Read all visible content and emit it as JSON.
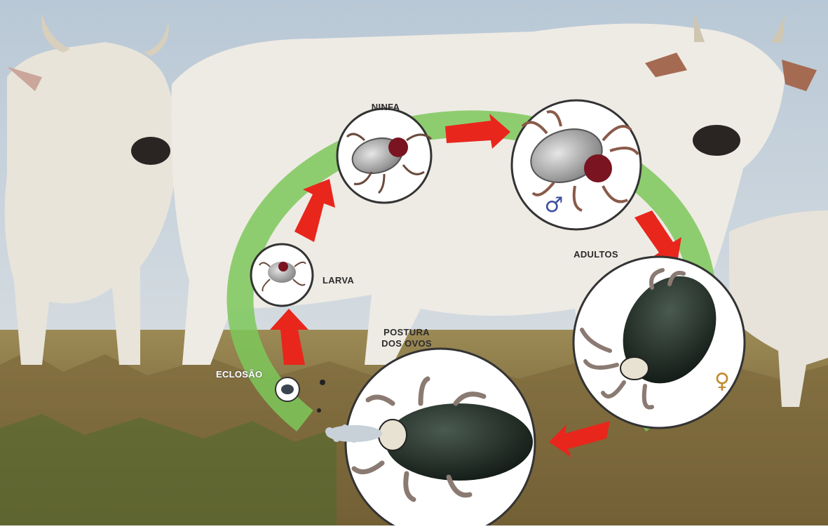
{
  "stages": {
    "ninfa": "NINFA",
    "adultos": "ADULTOS",
    "larva": "LARVA",
    "postura_line1": "POSTURA",
    "postura_line2": "DOS OVOS",
    "eclosao": "ECLOSÃO"
  },
  "sex_symbols": {
    "male": "♂",
    "female": "♀"
  },
  "colors": {
    "cycle_ring": "#7cc85a",
    "arrows": "#e8261c",
    "sky": "#c9d4de",
    "grass": "#8a7a4a",
    "cattle": "#ece9e1",
    "engorged_tick": "#1f2a24"
  }
}
